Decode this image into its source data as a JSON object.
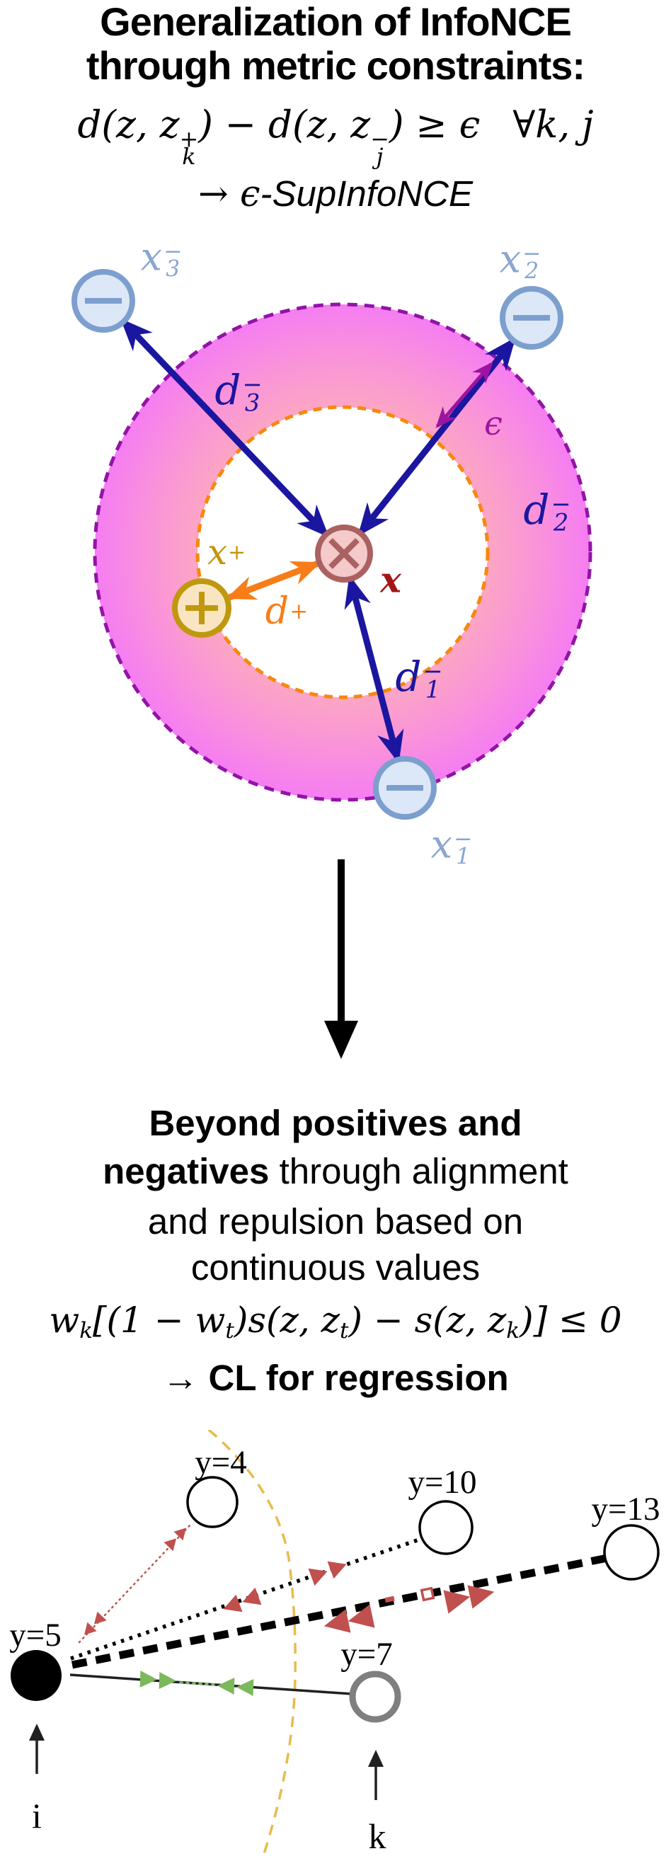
{
  "top": {
    "title_line1": "Generalization of InfoNCE",
    "title_line2": "through metric constraints:",
    "formula": {
      "p1": "d(z, z",
      "sup1": "+",
      "sub1": "k",
      "p2": ") − d(z, z",
      "sup2": "−",
      "sub2": "j",
      "p3": ") ≥ ϵ",
      "quantifier": "∀k, j"
    },
    "result": {
      "arrow": "→ ",
      "epsilon": "ϵ",
      "name": "-SupInfoNCE"
    }
  },
  "top_diagram": {
    "labels": {
      "x3": {
        "base": "x",
        "sup": "−",
        "sub": "3"
      },
      "x2": {
        "base": "x",
        "sup": "−",
        "sub": "2"
      },
      "x1": {
        "base": "x",
        "sup": "−",
        "sub": "1"
      },
      "d3": {
        "base": "d",
        "sup": "−",
        "sub": "3"
      },
      "d2": {
        "base": "d",
        "sup": "−",
        "sub": "2"
      },
      "d1": {
        "base": "d",
        "sup": "−",
        "sub": "1"
      },
      "anchor": "x",
      "x_plus": {
        "base": "x",
        "sup": "+"
      },
      "d_plus": {
        "base": "d",
        "sup": "+"
      },
      "epsilon": "ϵ"
    }
  },
  "bottom": {
    "line1": "Beyond positives and",
    "line2_bold": "negatives",
    "line2_rest": " through alignment",
    "line3": "and repulsion based on",
    "line4": "continuous values",
    "formula": {
      "p1": "w",
      "s1": "k",
      "p2": "[(1 − w",
      "s2": "t",
      "p3": ")s(z, z",
      "s3": "t",
      "p4": ") − s(z, z",
      "s4": "k",
      "p5": ")] ≤ 0"
    },
    "result": {
      "arrow": "→ ",
      "name": "CL for regression"
    }
  },
  "bottom_diagram": {
    "labels": {
      "y4": "y=4",
      "y10": "y=10",
      "y13": "y=13",
      "y5": "y=5",
      "y7": "y=7",
      "i": "i",
      "k": "k"
    }
  },
  "colors": {
    "navy": "#1b16a0",
    "steel_blue": "#7d9fce",
    "negative_fill": "#dce8f8",
    "negative_label": "#8aa6d2",
    "ring_outer_stroke": "#9213a6",
    "ring_inner_stroke": "#f8870e",
    "ring_fill_inner": "#fca9c0",
    "ring_fill_mid": "#fa93da",
    "ring_fill_outer": "#f57df2",
    "anchor_stroke": "#ab6161",
    "anchor_fill": "#f4caca",
    "anchor_label": "#a31515",
    "positive_stroke": "#bf980e",
    "positive_fill": "#fae5c3",
    "positive_label": "#c4940c",
    "orange_arrow": "#f87d18",
    "epsilon_purple": "#9c14a0",
    "repulsion_red": "#c0504d",
    "attraction_green": "#7cb85c",
    "arc_yellow": "#e8bb4e",
    "k_circle_gray": "#7f7f7f",
    "text_black": "#000000"
  }
}
